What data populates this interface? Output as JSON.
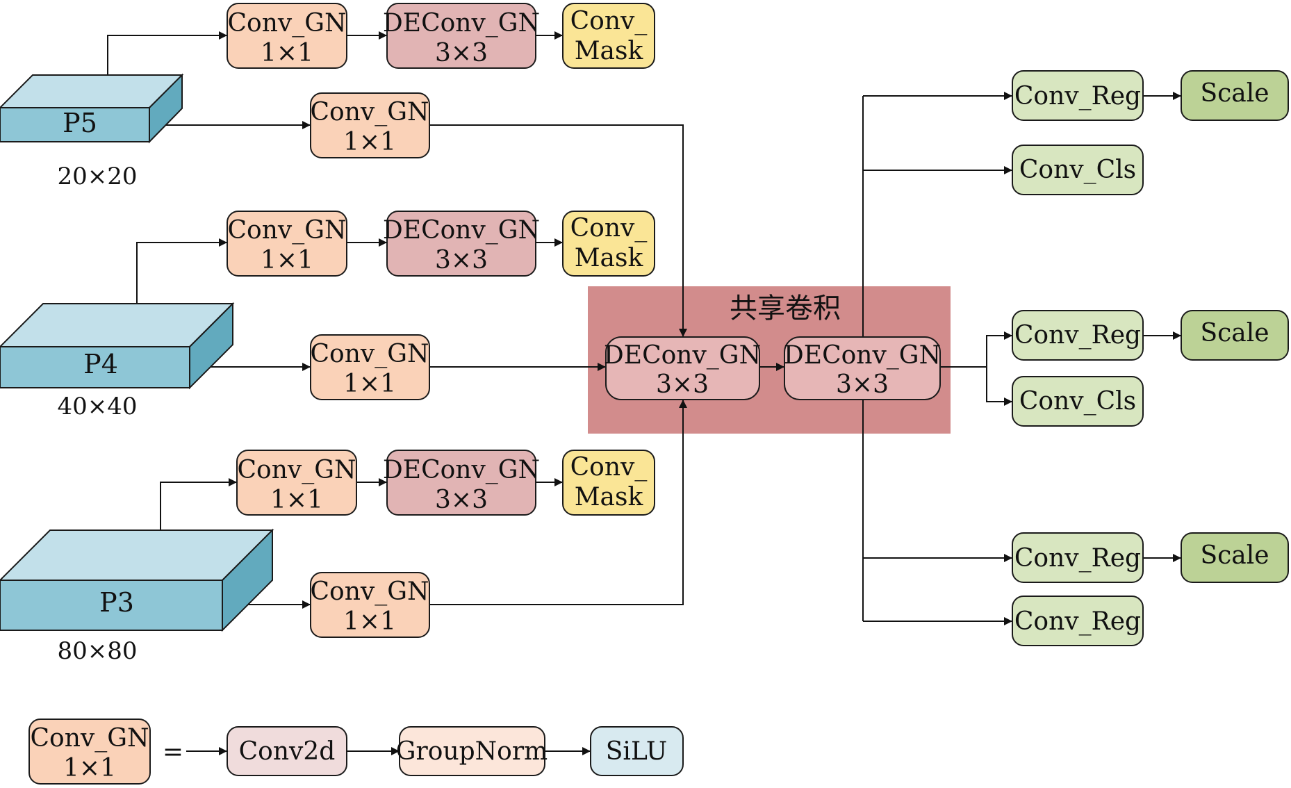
{
  "shared_region": {
    "label": "共享卷积"
  },
  "colors": {
    "conv_gn": "#fad2b8",
    "deconv_gn": "#e1b4b4",
    "conv_mask": "#fae596",
    "conv_reg_cls": "#d8e6c0",
    "scale": "#bcd296",
    "shared_bg": "#d28c8c",
    "shared_block": "#e6b6b6",
    "cube_front": "#8ec6d6",
    "cube_top": "#c2e0ea",
    "cube_side": "#62aabe",
    "conv2d": "#f0dcdc",
    "groupnorm": "#fce6da",
    "silu": "#d8eaf0"
  },
  "levels": {
    "p5": {
      "label": "P5",
      "size": "20×20"
    },
    "p4": {
      "label": "P4",
      "size": "40×40"
    },
    "p3": {
      "label": "P3",
      "size": "80×80"
    }
  },
  "mask_branch": {
    "conv_gn": [
      "Conv_GN",
      "1×1"
    ],
    "deconv_gn": [
      "DEConv_GN",
      "3×3"
    ],
    "conv_mask": [
      "Conv_",
      "Mask"
    ]
  },
  "lateral": {
    "conv_gn": [
      "Conv_GN",
      "1×1"
    ]
  },
  "shared": {
    "deconv1": [
      "DEConv_GN",
      "3×3"
    ],
    "deconv2": [
      "DEConv_GN",
      "3×3"
    ]
  },
  "heads": {
    "top": {
      "reg": "Conv_Reg",
      "cls": "Conv_Cls",
      "scale": "Scale"
    },
    "mid": {
      "reg": "Conv_Reg",
      "cls": "Conv_Cls",
      "scale": "Scale"
    },
    "bottom": {
      "reg": "Conv_Reg",
      "reg2": "Conv_Reg",
      "scale": "Scale"
    }
  },
  "legend": {
    "conv_gn": [
      "Conv_GN",
      "1×1"
    ],
    "equals": "=",
    "conv2d": "Conv2d",
    "groupnorm": "GroupNorm",
    "silu": "SiLU"
  }
}
